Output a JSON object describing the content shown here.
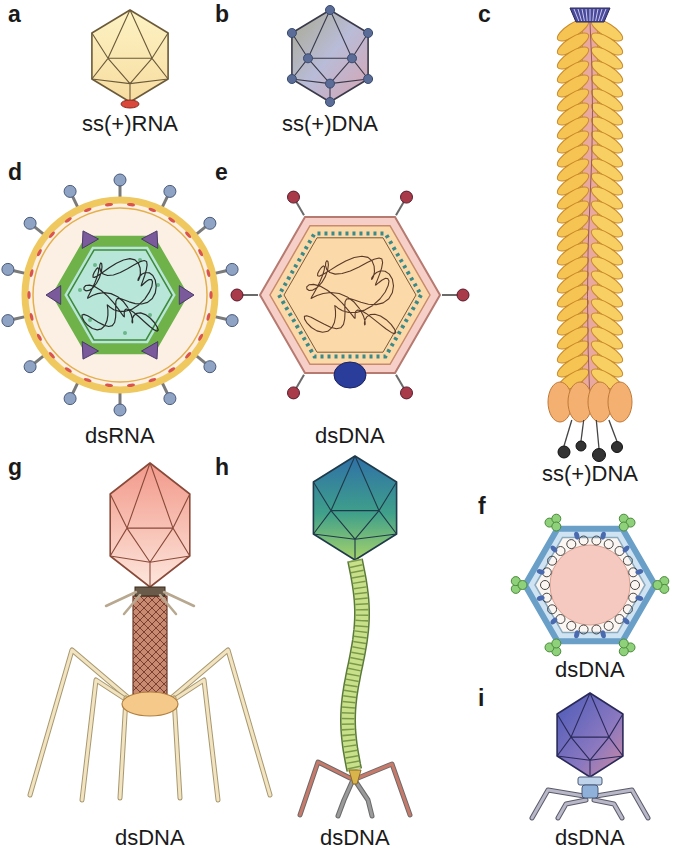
{
  "diagram": {
    "labels": [
      "a",
      "b",
      "c",
      "ss(+)RNA",
      "ss(+)DNA",
      "d",
      "e",
      "dsRNA",
      "dsDNA",
      "ss(+)DNA",
      "f",
      "dsDNA",
      "g",
      "h",
      "i",
      "dsDNA",
      "dsDNA",
      "dsDNA"
    ]
  }
}
